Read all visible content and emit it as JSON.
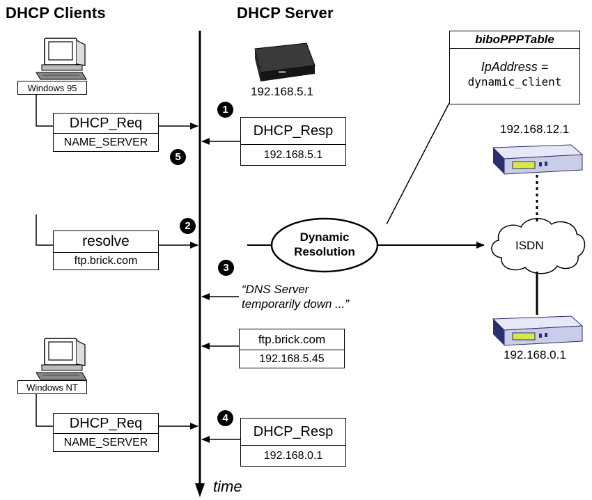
{
  "headers": {
    "clients": "DHCP Clients",
    "server": "DHCP Server"
  },
  "clients": {
    "win95": {
      "os_label": "Windows 95",
      "request": "DHCP_Req",
      "request_param": "NAME_SERVER"
    },
    "resolve": {
      "label": "resolve",
      "host": "ftp.brick.com"
    },
    "winnt": {
      "os_label": "Windows NT",
      "request": "DHCP_Req",
      "request_param": "NAME_SERVER"
    }
  },
  "server": {
    "ip": "192.168.5.1"
  },
  "responses": {
    "resp1": {
      "label": "DHCP_Resp",
      "value": "192.168.5.1"
    },
    "dns_msg": {
      "line1": "“DNS Server",
      "line2": "temporarily down ...”"
    },
    "resolved": {
      "host": "ftp.brick.com",
      "ip": "192.168.5.45"
    },
    "resp2": {
      "label": "DHCP_Resp",
      "value": "192.168.0.1"
    }
  },
  "steps": {
    "s1": "1",
    "s2": "2",
    "s3": "3",
    "s4": "4",
    "s5": "5"
  },
  "table": {
    "title": "biboPPPTable",
    "field": "IpAddress =",
    "value": "dynamic_client"
  },
  "resolution": {
    "line1": "Dynamic",
    "line2": "Resolution"
  },
  "network": {
    "isdn": "ISDN",
    "router_top_ip": "192.168.12.1",
    "router_bottom_ip": "192.168.0.1"
  },
  "axis": {
    "label": "time"
  },
  "colors": {
    "router_body": "#c9cde8",
    "router_dark": "#2c2f6e",
    "router_panel": "#d8e84a"
  }
}
